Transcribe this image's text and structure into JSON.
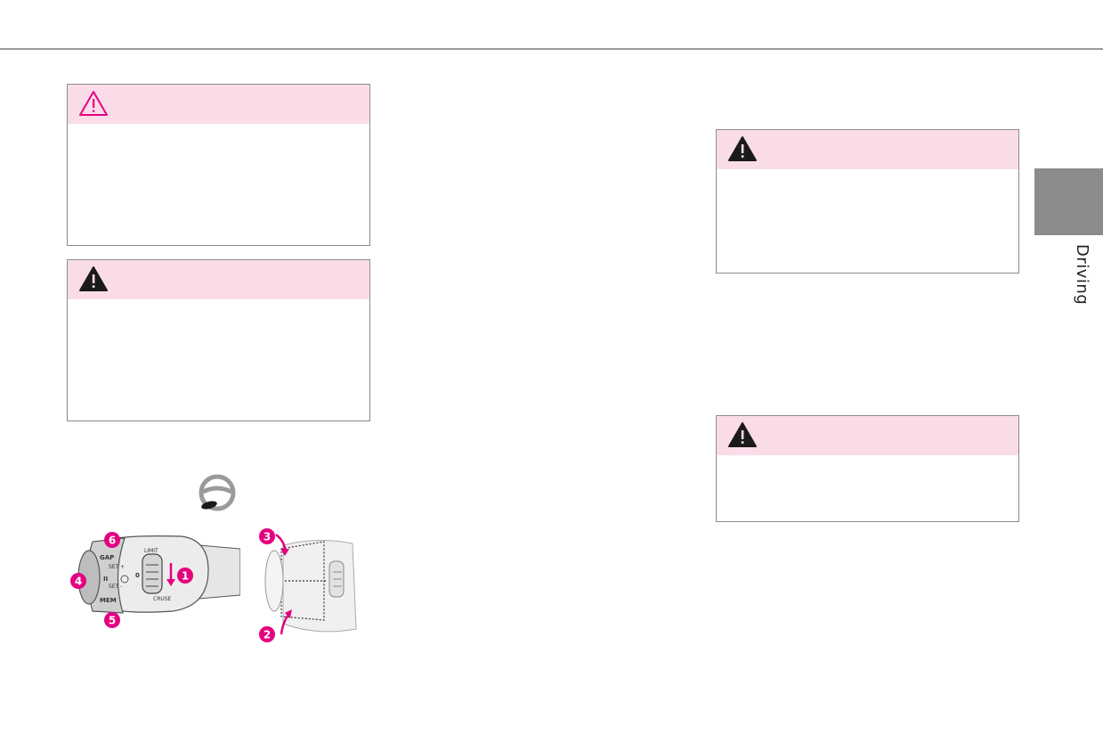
{
  "section_tab": {
    "label": "Driving"
  },
  "warnings": [
    {
      "icon": "caution-outline-icon"
    },
    {
      "icon": "warning-filled-icon"
    },
    {
      "icon": "warning-filled-icon"
    },
    {
      "icon": "warning-filled-icon"
    }
  ],
  "illustration": {
    "callouts": [
      "1",
      "2",
      "3",
      "4",
      "5",
      "6"
    ],
    "switch_labels": {
      "gap": "GAP",
      "mem": "MEM",
      "set_plus": "SET +",
      "set_minus": "SET -",
      "limit": "LIMIT",
      "cruise": "CRUSE",
      "zero": "0",
      "pause": "II"
    }
  },
  "colors": {
    "warning_header": "#fadce9",
    "accent": "#e5007e",
    "side_tab": "#8c8c8c"
  }
}
